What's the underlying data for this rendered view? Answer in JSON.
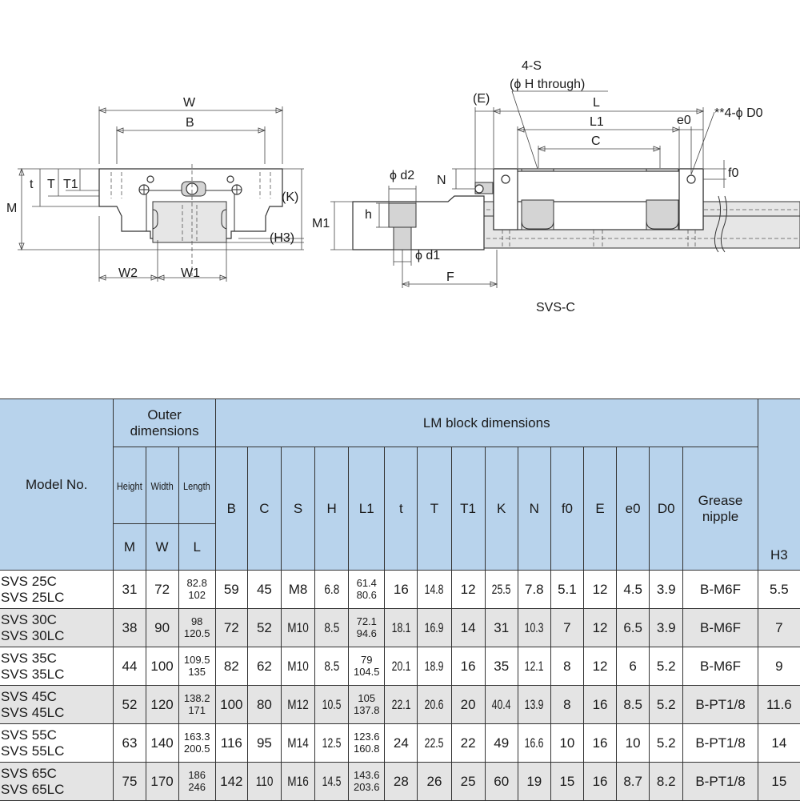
{
  "drawing": {
    "front_labels": {
      "W": "W",
      "B": "B",
      "M": "M",
      "t": "t",
      "T": "T",
      "T1": "T1",
      "K": "(K)",
      "H3": "(H3)",
      "W2": "W2",
      "W1": "W1"
    },
    "side_labels": {
      "S": "4-S",
      "H_through": "(ϕ H through)",
      "E": "(E)",
      "L": "L",
      "L1": "L1",
      "C": "C",
      "e0": "e0",
      "D0": "**4-ϕ D0",
      "N": "N",
      "f0": "f0",
      "d2": "ϕ d2",
      "h": "h",
      "M1": "M1",
      "d1": "ϕ d1",
      "F": "F"
    },
    "caption": "SVS-C"
  },
  "table": {
    "header": {
      "model": "Model No.",
      "outer_line1": "Outer",
      "outer_line2": "dimensions",
      "lm_block": "LM block dimensions",
      "height": "Height",
      "width": "Width",
      "length": "Length",
      "sym": [
        "M",
        "W",
        "L",
        "B",
        "C",
        "S",
        "H",
        "L1",
        "t",
        "T",
        "T1",
        "K",
        "N",
        "f0",
        "E",
        "e0",
        "D0"
      ],
      "grease_line1": "Grease",
      "grease_line2": "nipple",
      "h3": "H3"
    },
    "rows": [
      {
        "m1": "SVS 25C",
        "m2": "SVS 25LC",
        "M": "31",
        "W": "72",
        "L1": "82.8",
        "L2": "102",
        "B": "59",
        "C": "45",
        "S": "M8",
        "H": "6.8",
        "LL1": "61.4",
        "LL2": "80.6",
        "t": "16",
        "T": "14.8",
        "T1": "12",
        "K": "25.5",
        "N": "7.8",
        "f0": "5.1",
        "E": "12",
        "e0": "4.5",
        "D0": "3.9",
        "grease": "B-M6F",
        "H3": "5.5"
      },
      {
        "m1": "SVS 30C",
        "m2": "SVS 30LC",
        "M": "38",
        "W": "90",
        "L1": "98",
        "L2": "120.5",
        "B": "72",
        "C": "52",
        "S": "M10",
        "H": "8.5",
        "LL1": "72.1",
        "LL2": "94.6",
        "t": "18.1",
        "T": "16.9",
        "T1": "14",
        "K": "31",
        "N": "10.3",
        "f0": "7",
        "E": "12",
        "e0": "6.5",
        "D0": "3.9",
        "grease": "B-M6F",
        "H3": "7"
      },
      {
        "m1": "SVS 35C",
        "m2": "SVS 35LC",
        "M": "44",
        "W": "100",
        "L1": "109.5",
        "L2": "135",
        "B": "82",
        "C": "62",
        "S": "M10",
        "H": "8.5",
        "LL1": "79",
        "LL2": "104.5",
        "t": "20.1",
        "T": "18.9",
        "T1": "16",
        "K": "35",
        "N": "12.1",
        "f0": "8",
        "E": "12",
        "e0": "6",
        "D0": "5.2",
        "grease": "B-M6F",
        "H3": "9"
      },
      {
        "m1": "SVS 45C",
        "m2": "SVS 45LC",
        "M": "52",
        "W": "120",
        "L1": "138.2",
        "L2": "171",
        "B": "100",
        "C": "80",
        "S": "M12",
        "H": "10.5",
        "LL1": "105",
        "LL2": "137.8",
        "t": "22.1",
        "T": "20.6",
        "T1": "20",
        "K": "40.4",
        "N": "13.9",
        "f0": "8",
        "E": "16",
        "e0": "8.5",
        "D0": "5.2",
        "grease": "B-PT1/8",
        "H3": "11.6"
      },
      {
        "m1": "SVS 55C",
        "m2": "SVS 55LC",
        "M": "63",
        "W": "140",
        "L1": "163.3",
        "L2": "200.5",
        "B": "116",
        "C": "95",
        "S": "M14",
        "H": "12.5",
        "LL1": "123.6",
        "LL2": "160.8",
        "t": "24",
        "T": "22.5",
        "T1": "22",
        "K": "49",
        "N": "16.6",
        "f0": "10",
        "E": "16",
        "e0": "10",
        "D0": "5.2",
        "grease": "B-PT1/8",
        "H3": "14"
      },
      {
        "m1": "SVS 65C",
        "m2": "SVS 65LC",
        "M": "75",
        "W": "170",
        "L1": "186",
        "L2": "246",
        "B": "142",
        "C": "110",
        "S": "M16",
        "H": "14.5",
        "LL1": "143.6",
        "LL2": "203.6",
        "t": "28",
        "T": "26",
        "T1": "25",
        "K": "60",
        "N": "19",
        "f0": "15",
        "E": "16",
        "e0": "8.7",
        "D0": "8.2",
        "grease": "B-PT1/8",
        "H3": "15"
      }
    ]
  }
}
